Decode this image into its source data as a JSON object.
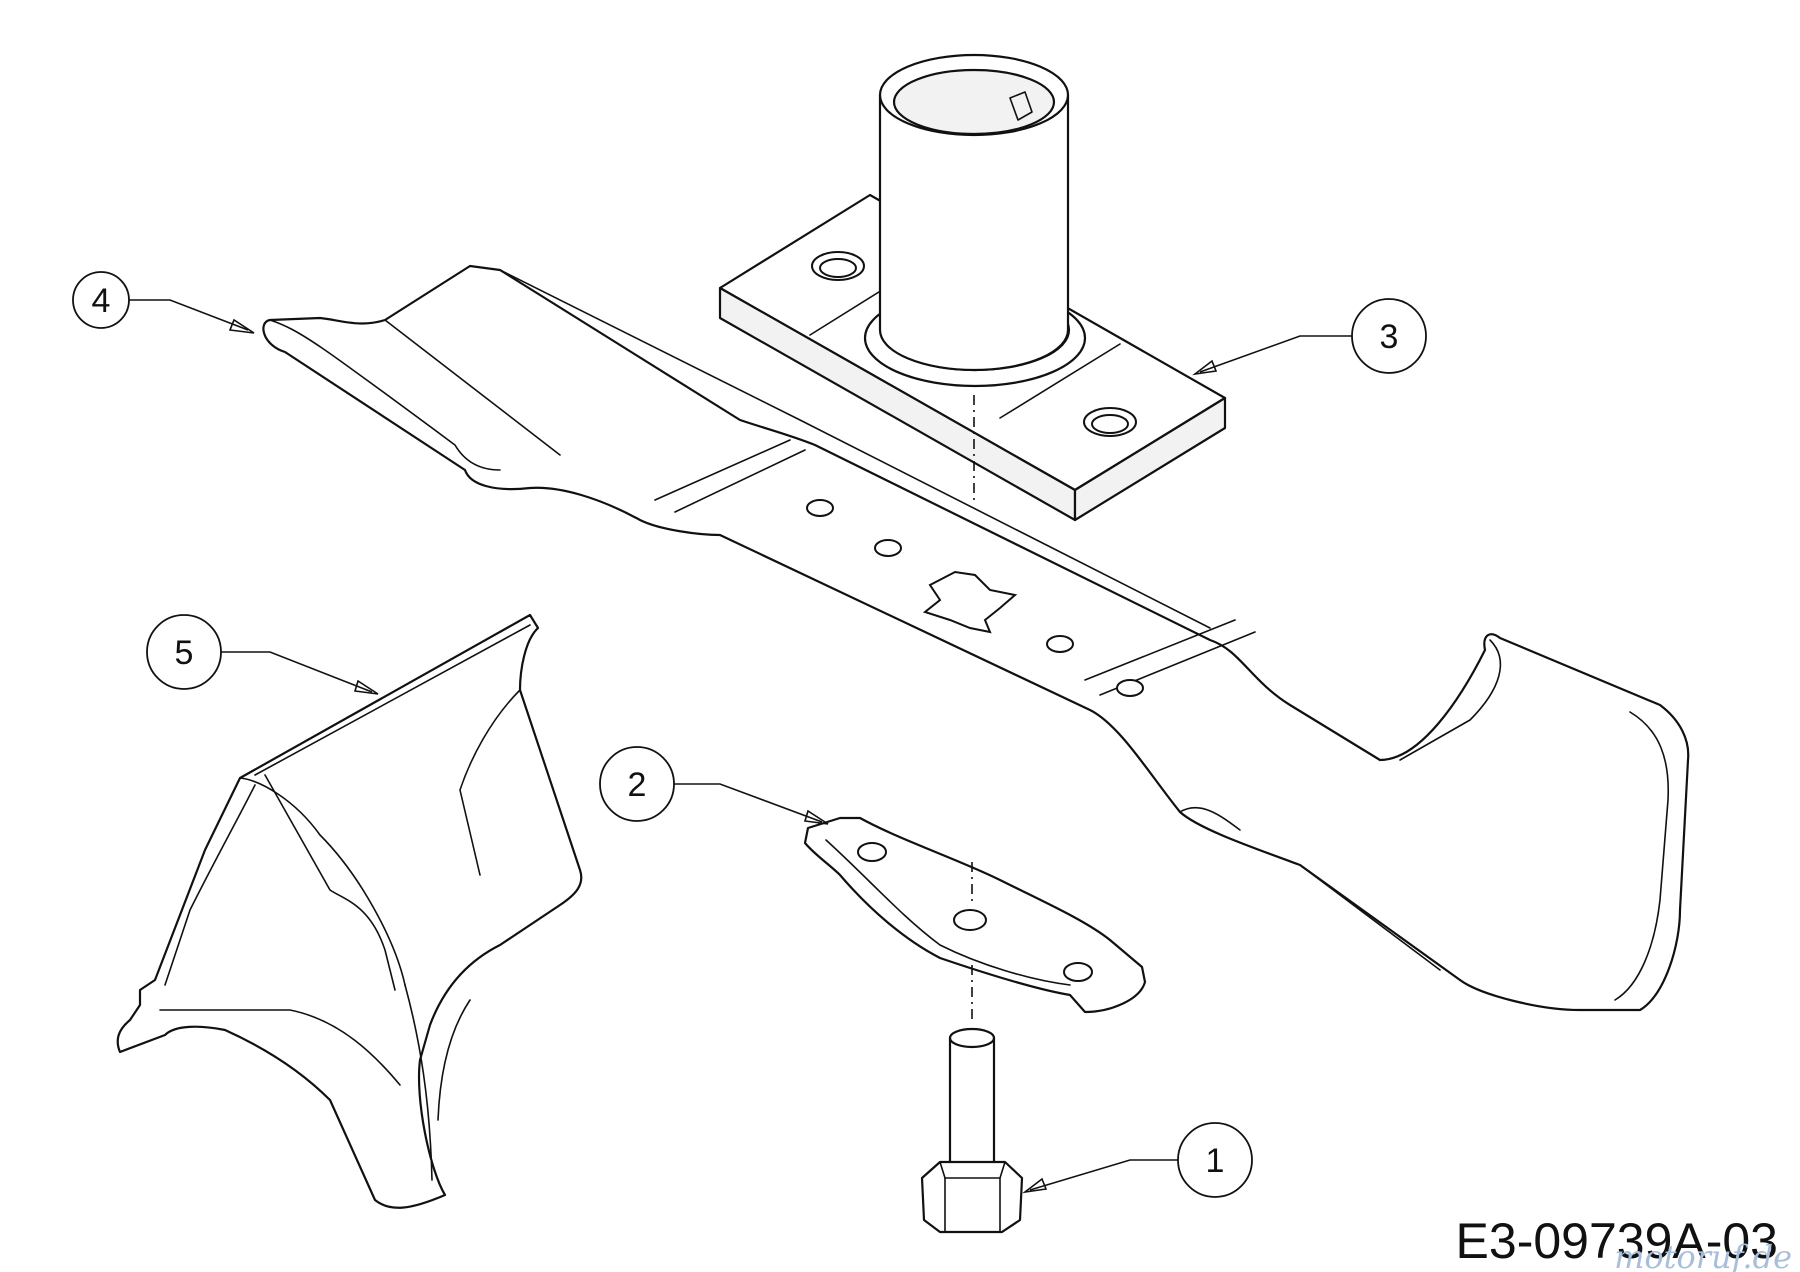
{
  "drawing_code": "E3-09739A-03",
  "watermark": "motoruf.de",
  "callouts": [
    {
      "label": "1",
      "part": "blade bolt"
    },
    {
      "label": "2",
      "part": "blade adapter plate"
    },
    {
      "label": "3",
      "part": "spindle hub"
    },
    {
      "label": "4",
      "part": "mower blade"
    },
    {
      "label": "5",
      "part": "mulching insert"
    }
  ],
  "colors": {
    "line": "#111111",
    "background": "#ffffff",
    "watermark": "#a9bfd9"
  }
}
